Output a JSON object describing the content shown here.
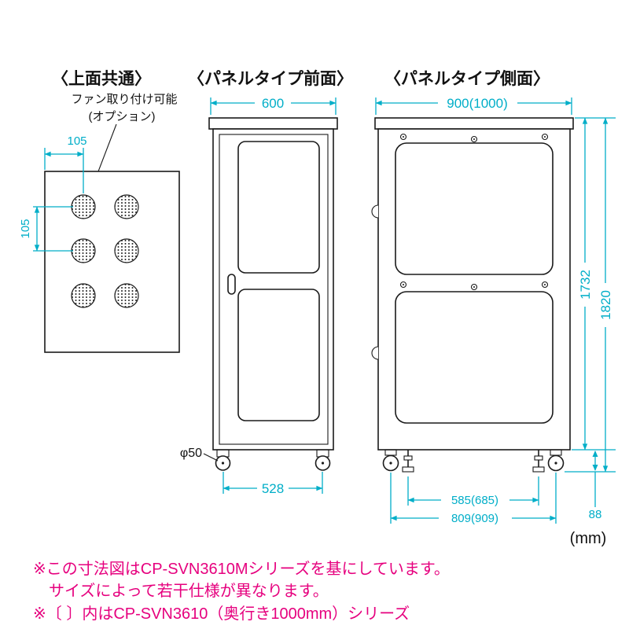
{
  "headings": {
    "top": "〈上面共通〉",
    "front": "〈パネルタイプ前面〉",
    "side": "〈パネルタイプ側面〉"
  },
  "top_view": {
    "fan_note_line1": "ファン取り付け可能",
    "fan_note_line2": "(オプション)",
    "hole_pitch_h": "105",
    "hole_pitch_v": "105"
  },
  "front_view": {
    "width_mm": "600",
    "caster_span_mm": "528",
    "caster_diameter": "φ50"
  },
  "side_view": {
    "depth_mm": "900(1000)",
    "frame_height_mm": "1732",
    "total_height_mm": "1820",
    "adjuster_span_mm": "585(685)",
    "caster_span_mm": "809(909)",
    "caster_height_mm": "88"
  },
  "unit_label": "(mm)",
  "notes": {
    "line1": "※この寸法図はCP-SVN3610Mシリーズを基にしています。",
    "line2": "サイズによって若干仕様が異なります。",
    "line3": "※〔 〕内はCP-SVN3610（奥行き1000mm）シリーズ"
  },
  "colors": {
    "dimension_line": "#00AEC8",
    "note_text": "#E6007E",
    "drawing_line": "#1A1A1A"
  }
}
